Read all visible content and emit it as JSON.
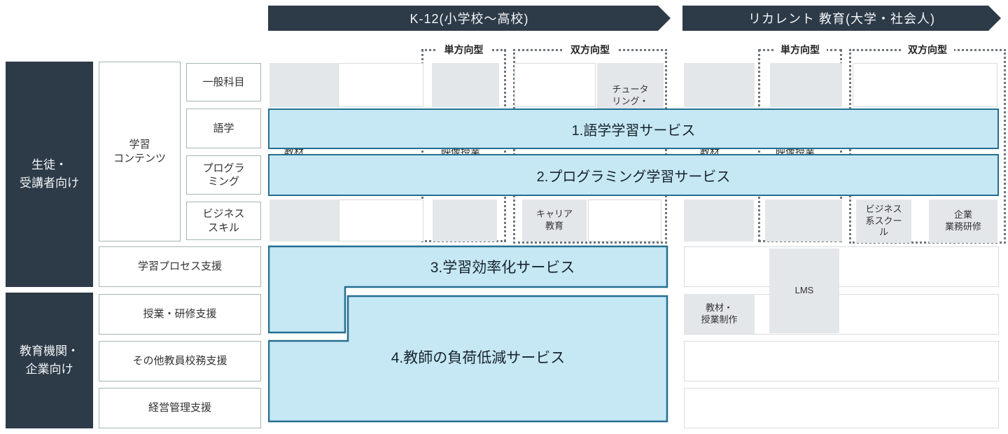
{
  "colors": {
    "navy_header": "#2d3a47",
    "band_fill": "#c6e7f4",
    "band_border": "#246f91",
    "gray_cell": "#e3e7ea",
    "white_cell_border": "#d8dcdf",
    "category_border": "#a4b7ae",
    "dotted_frame": "#70757a"
  },
  "banners": {
    "k12": "K-12(小学校〜高校)",
    "recurrent": "リカレント 教育(大学・社会人)"
  },
  "column_groups": {
    "k12": {
      "one_way": "単方向型",
      "two_way": "双方向型"
    },
    "recurrent": {
      "one_way": "単方向型",
      "two_way": "双方向型"
    }
  },
  "audiences": {
    "students": "生徒・\n受講者向け",
    "institutions": "教育機関・\n企業向け"
  },
  "categories": {
    "learning_content": "学習\nコンテンツ",
    "general_subjects": "一般科目",
    "language": "語学",
    "programming": "プログラ\nミング",
    "business_skills": "ビジネス\nスキル",
    "learning_process_support": "学習プロセス支援",
    "class_training_support": "授業・研修支援",
    "other_faculty_support": "その他教員校務支援",
    "management_support": "経営管理支援"
  },
  "services": {
    "language_learning": "1.語学学習サービス",
    "programming_learning": "2.プログラミング学習サービス",
    "learning_efficiency": "3.学習効率化サービス",
    "teacher_load_reduction": "4.教師の負荷低減サービス"
  },
  "segments": {
    "tutoring": "チュータ\nリング・",
    "career_education": "キャリア\n教育",
    "business_school": "ビジネス\n系スクー\nル",
    "corporate_training": "企業\n業務研修",
    "materials_production": "教材・\n授業制作",
    "lms": "LMS"
  },
  "clipped_fragments": {
    "k12_materials": "教材",
    "k12_video": "映像授業",
    "recurrent_materials": "教材",
    "recurrent_video": "映像授業"
  }
}
